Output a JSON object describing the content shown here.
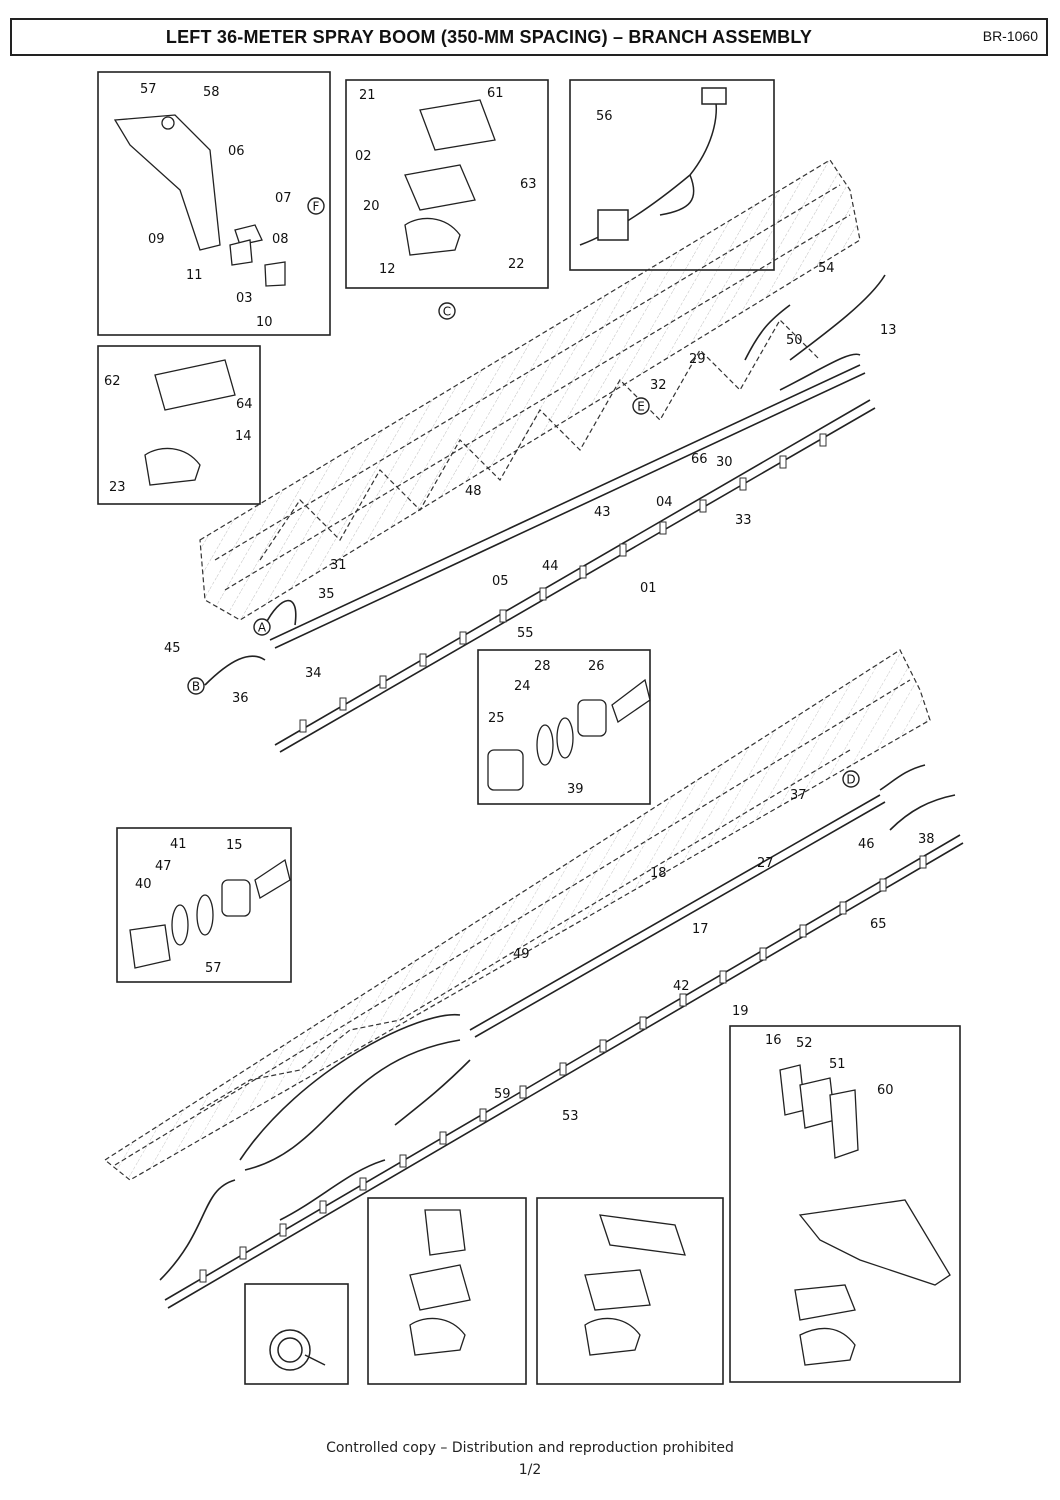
{
  "header": {
    "title": "LEFT 36-METER SPRAY BOOM (350-MM SPACING) – BRANCH ASSEMBLY",
    "doc_id": "BR-1060"
  },
  "footer": {
    "notice": "Controlled copy – Distribution and reproduction prohibited",
    "page": "1/2"
  },
  "callouts": [
    "57",
    "58",
    "06",
    "07",
    "09",
    "08",
    "11",
    "03",
    "10",
    "21",
    "61",
    "02",
    "63",
    "20",
    "12",
    "22",
    "56",
    "54",
    "50",
    "13",
    "62",
    "64",
    "14",
    "23",
    "29",
    "32",
    "66",
    "30",
    "48",
    "04",
    "33",
    "43",
    "44",
    "01",
    "31",
    "35",
    "34",
    "05",
    "55",
    "45",
    "36",
    "25",
    "24",
    "28",
    "26",
    "39",
    "37",
    "46",
    "38",
    "27",
    "40",
    "47",
    "41",
    "15",
    "57",
    "18",
    "17",
    "65",
    "49",
    "42",
    "19",
    "53",
    "16",
    "52",
    "51",
    "60",
    "59"
  ],
  "view_markers": [
    "F",
    "C",
    "E",
    "A",
    "B",
    "D"
  ]
}
